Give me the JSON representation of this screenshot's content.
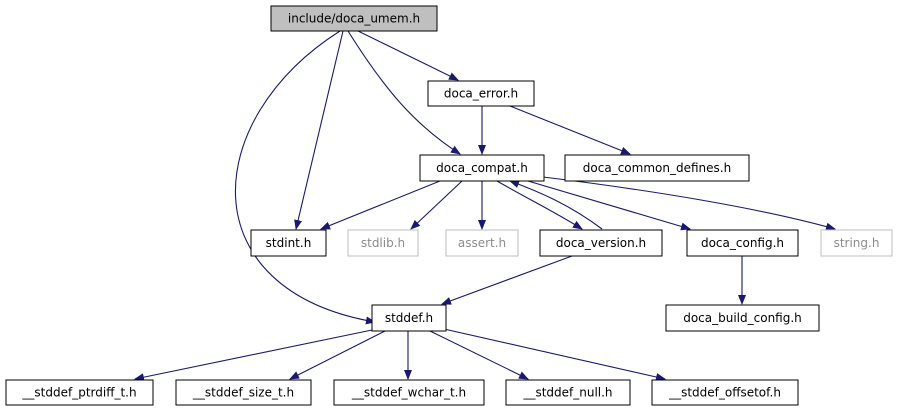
{
  "diagram": {
    "type": "include-dependency-graph",
    "colors": {
      "edge": "#191970",
      "root_fill": "#bfbfbf",
      "node_border": "#000000",
      "external_border": "#bfbfbf",
      "external_text": "#8c8c8c",
      "text": "#000000"
    },
    "nodes": {
      "root": "include/doca_umem.h",
      "doca_error": "doca_error.h",
      "doca_compat": "doca_compat.h",
      "doca_common_defines": "doca_common_defines.h",
      "stdint": "stdint.h",
      "stdlib": "stdlib.h",
      "assert": "assert.h",
      "doca_version": "doca_version.h",
      "doca_config": "doca_config.h",
      "string": "string.h",
      "stddef": "stddef.h",
      "doca_build_config": "doca_build_config.h",
      "stddef_ptrdiff_t": "__stddef_ptrdiff_t.h",
      "stddef_size_t": "__stddef_size_t.h",
      "stddef_wchar_t": "__stddef_wchar_t.h",
      "stddef_null": "__stddef_null.h",
      "stddef_offsetof": "__stddef_offsetof.h"
    },
    "external_nodes": [
      "stdlib",
      "assert",
      "string"
    ],
    "edges": [
      [
        "root",
        "doca_error"
      ],
      [
        "root",
        "doca_compat"
      ],
      [
        "root",
        "stdint"
      ],
      [
        "root",
        "stddef"
      ],
      [
        "doca_error",
        "doca_compat"
      ],
      [
        "doca_error",
        "doca_common_defines"
      ],
      [
        "doca_compat",
        "stdint"
      ],
      [
        "doca_compat",
        "stdlib"
      ],
      [
        "doca_compat",
        "assert"
      ],
      [
        "doca_compat",
        "doca_version"
      ],
      [
        "doca_compat",
        "doca_config"
      ],
      [
        "doca_compat",
        "string"
      ],
      [
        "doca_version",
        "doca_compat"
      ],
      [
        "doca_version",
        "stddef"
      ],
      [
        "doca_config",
        "doca_build_config"
      ],
      [
        "stddef",
        "stddef_ptrdiff_t"
      ],
      [
        "stddef",
        "stddef_size_t"
      ],
      [
        "stddef",
        "stddef_wchar_t"
      ],
      [
        "stddef",
        "stddef_null"
      ],
      [
        "stddef",
        "stddef_offsetof"
      ]
    ]
  }
}
